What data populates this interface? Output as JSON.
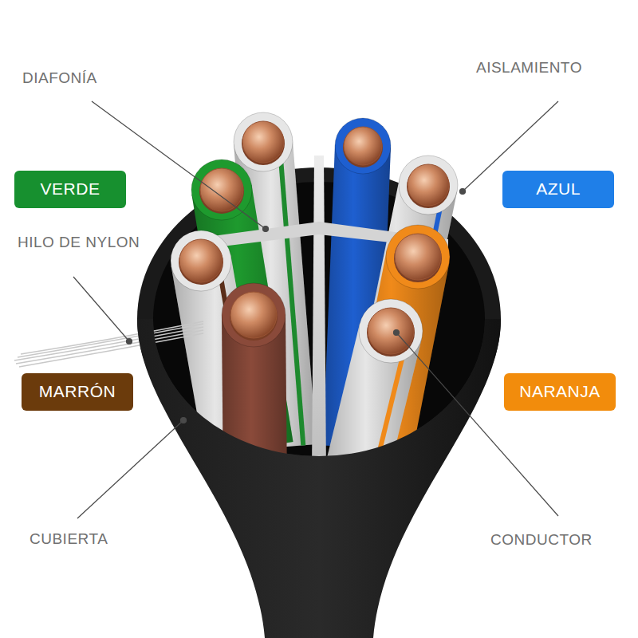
{
  "diagram": {
    "nodes": [
      {
        "text": [
          "VERDE"
        ]
      },
      {
        "text": [
          "AZUL"
        ]
      },
      {
        "text": [
          "MARRÓN"
        ]
      },
      {
        "text": [
          "NARANJA"
        ]
      }
    ],
    "labels": [
      "DIAFONÍA",
      "AISLAMIENTO",
      "HILO DE NYLON",
      "CUBIERTA",
      "CONDUCTOR"
    ]
  }
}
